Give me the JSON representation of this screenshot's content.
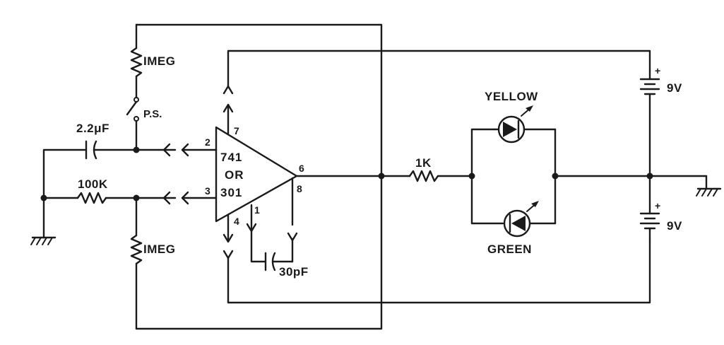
{
  "labels": {
    "r_top": "IMEG",
    "switch": "P.S.",
    "cap_in": "2.2μF",
    "r_in": "100K",
    "r_bottom": "IMEG",
    "chip_line1": "741",
    "chip_line2": "OR",
    "chip_line3": "301",
    "cap_comp": "30pF",
    "r_out": "1K",
    "led_top": "YELLOW",
    "led_bottom": "GREEN",
    "batt_top": "9V",
    "batt_bottom": "9V",
    "plus": "+"
  },
  "pins": {
    "p2": "2",
    "p3": "3",
    "p7": "7",
    "p4": "4",
    "p6": "6",
    "p8": "8",
    "p1": "1"
  }
}
